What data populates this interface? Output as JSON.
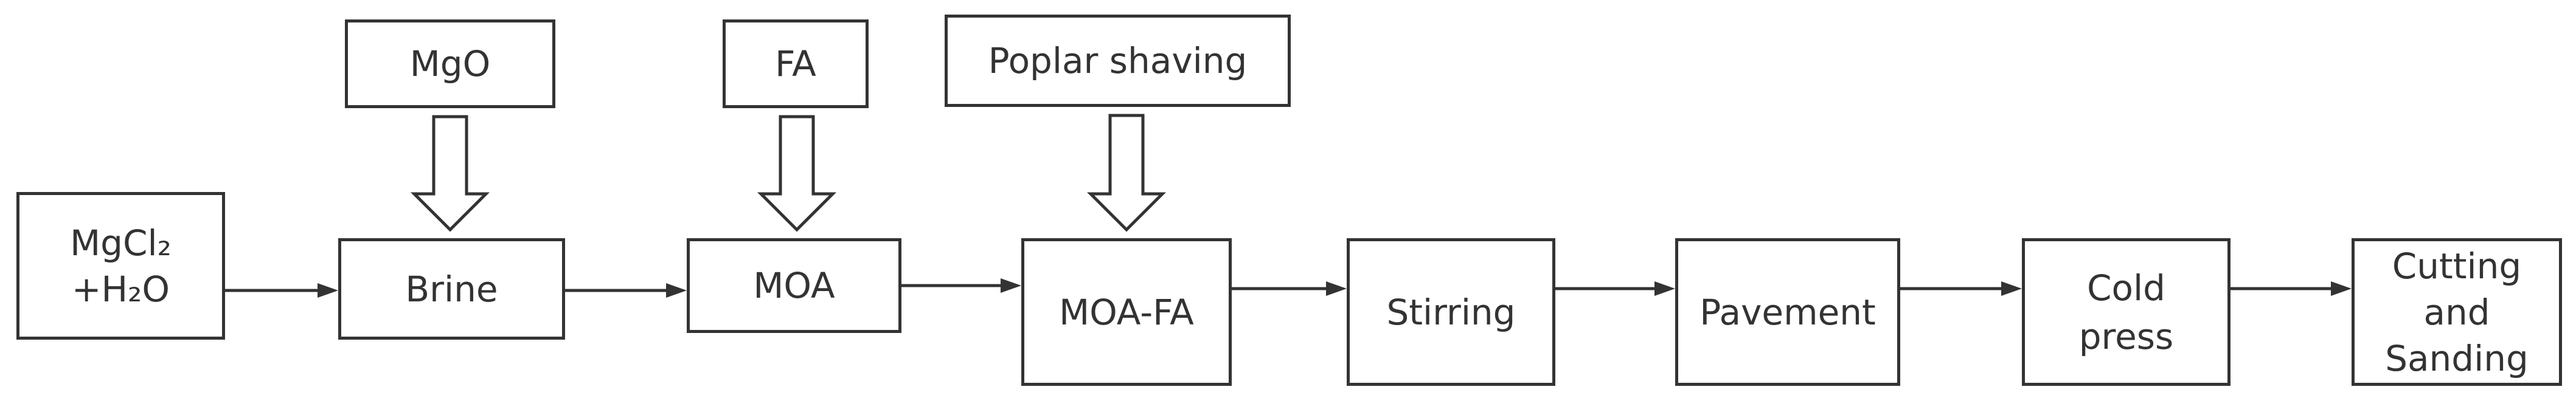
{
  "process_nodes": [
    {
      "lines": [
        "MgCl₂",
        "+H₂O"
      ]
    },
    {
      "lines": [
        "Brine"
      ]
    },
    {
      "lines": [
        "MOA"
      ]
    },
    {
      "lines": [
        "MOA-FA"
      ]
    },
    {
      "lines": [
        "Stirring"
      ]
    },
    {
      "lines": [
        "Pavement"
      ]
    },
    {
      "lines": [
        "Cold",
        "press"
      ]
    },
    {
      "lines": [
        "Cutting",
        "and",
        "Sanding"
      ]
    }
  ],
  "input_nodes": [
    {
      "label": "MgO"
    },
    {
      "label": "FA"
    },
    {
      "label": "Poplar shaving"
    }
  ],
  "colors": {
    "stroke": "#333333",
    "text": "#333333",
    "background": "#ffffff"
  }
}
